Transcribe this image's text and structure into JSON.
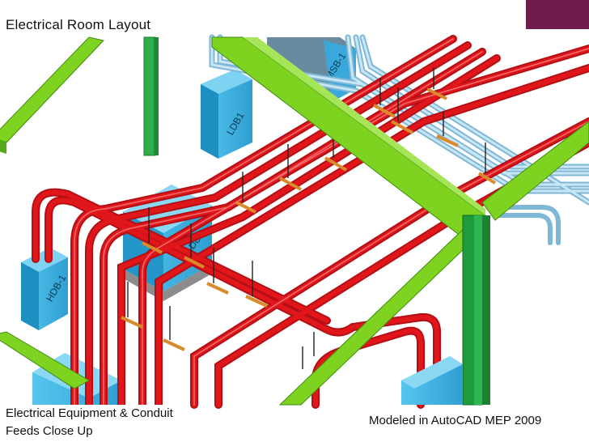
{
  "slide": {
    "title": "Electrical Room Layout",
    "caption_left_line1": "Electrical Equipment & Conduit",
    "caption_left_line2": "Feeds Close Up",
    "caption_right": "Modeled in AutoCAD MEP 2009"
  },
  "scene": {
    "panel_labels": {
      "ldb1": "LDB1",
      "msb1": "MSB-1",
      "hdb1": "HDB-1",
      "transformer": "T-LDB1"
    },
    "colors": {
      "beam": "#7ed321",
      "beam_dark": "#4e9a14",
      "column": "#1f9a3c",
      "conduit_red": "#e0161b",
      "conduit_light": "#a9d3ea",
      "equipment": "#3fb8e6",
      "equipment_dark": "#1d8fc0",
      "accent": "#6f1e4b"
    }
  }
}
